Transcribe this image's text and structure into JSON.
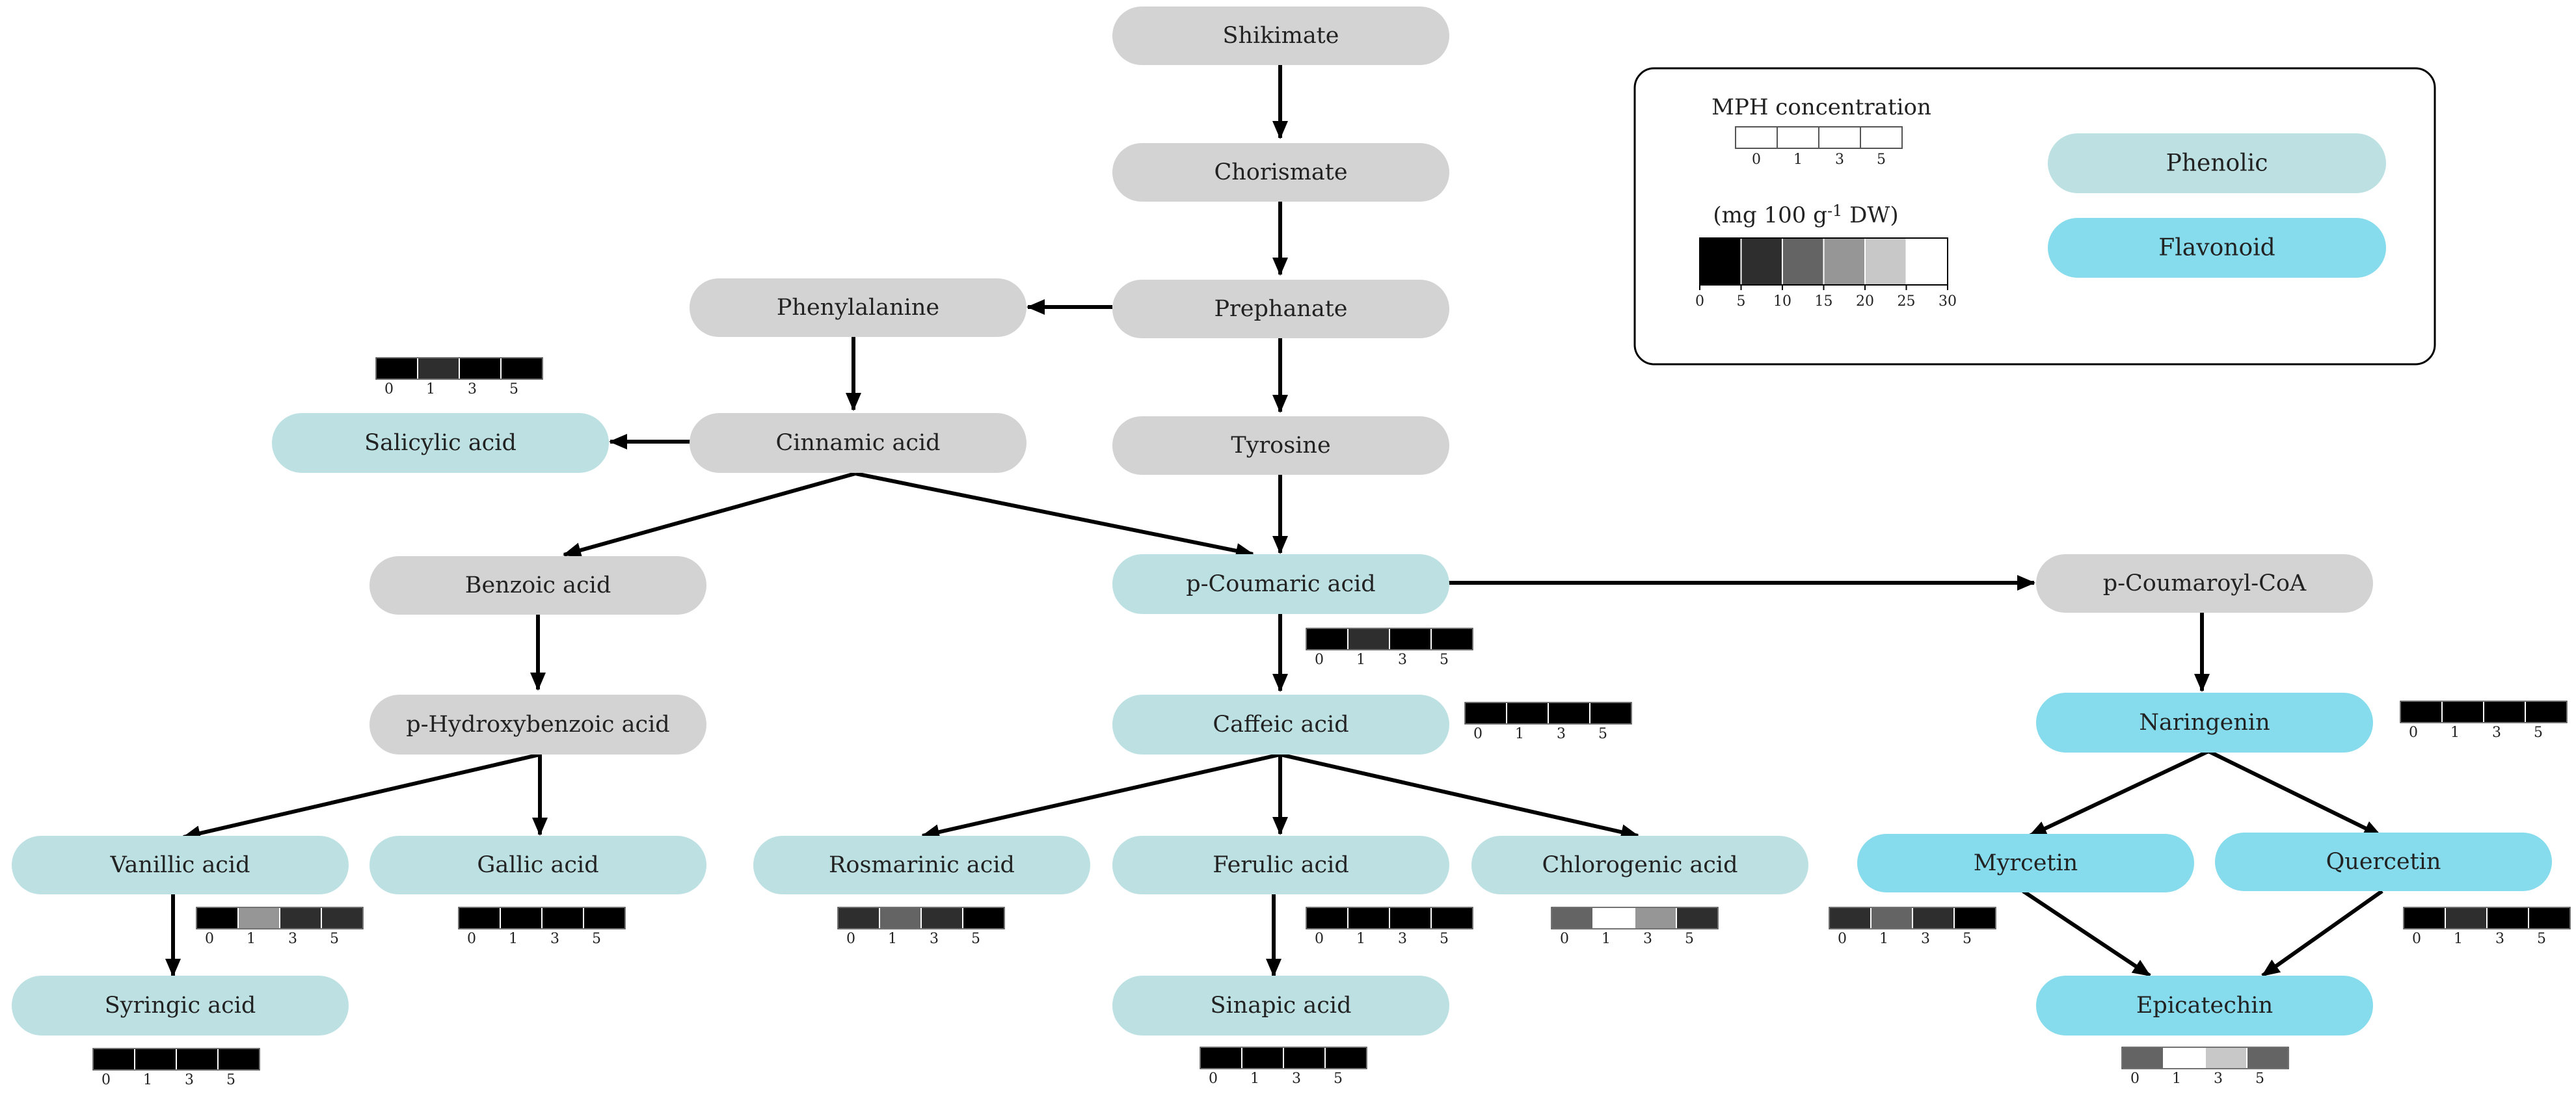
{
  "colors": {
    "precursor": "#d3d3d3",
    "phenolic": "#bde1e3",
    "flavonoid": "#86dcec",
    "arrow": "#000000",
    "scale": [
      "#000000",
      "#2e2e2e",
      "#646464",
      "#969696",
      "#c8c8c8",
      "#ffffff"
    ]
  },
  "nodes": {
    "shikimate": "Shikimate",
    "chorismate": "Chorismate",
    "prephanate": "Prephanate",
    "phenylalanine": "Phenylalanine",
    "tyrosine": "Tyrosine",
    "cinnamic_acid": "Cinnamic acid",
    "salicylic_acid": "Salicylic acid",
    "benzoic_acid": "Benzoic acid",
    "p_hydroxybenzoic_acid": "p-Hydroxybenzoic acid",
    "vanillic_acid": "Vanillic acid",
    "gallic_acid": "Gallic acid",
    "syringic_acid": "Syringic acid",
    "p_coumaric_acid": "p-Coumaric acid",
    "caffeic_acid": "Caffeic acid",
    "rosmarinic_acid": "Rosmarinic acid",
    "ferulic_acid": "Ferulic acid",
    "chlorogenic_acid": "Chlorogenic acid",
    "sinapic_acid": "Sinapic acid",
    "p_coumaroyl_coa": "p-Coumaroyl-CoA",
    "naringenin": "Naringenin",
    "myrcetin": "Myrcetin",
    "quercetin": "Quercetin",
    "epicatechin": "Epicatechin"
  },
  "heatmaps": {
    "doses": [
      "0",
      "1",
      "3",
      "5"
    ],
    "salicylic_acid": [
      2.5,
      7.5,
      2.5,
      2.5
    ],
    "p_coumaric_acid": [
      2.5,
      7.5,
      2.5,
      2.5
    ],
    "caffeic_acid": [
      2.5,
      2.5,
      2.5,
      2.5
    ],
    "naringenin": [
      2.5,
      2.5,
      2.5,
      2.5
    ],
    "vanillic_acid": [
      2.5,
      17.5,
      7.5,
      7.5
    ],
    "gallic_acid": [
      2.5,
      2.5,
      2.5,
      2.5
    ],
    "rosmarinic_acid": [
      7.5,
      12.5,
      7.5,
      2.5
    ],
    "ferulic_acid": [
      2.5,
      2.5,
      2.5,
      2.5
    ],
    "chlorogenic_acid": [
      12.5,
      27.5,
      17.5,
      7.5
    ],
    "myrcetin": [
      7.5,
      12.5,
      7.5,
      2.5
    ],
    "quercetin": [
      2.5,
      7.5,
      2.5,
      2.5
    ],
    "syringic_acid": [
      2.5,
      2.5,
      2.5,
      2.5
    ],
    "sinapic_acid": [
      2.5,
      2.5,
      2.5,
      2.5
    ],
    "epicatechin": [
      12.5,
      27.5,
      22.5,
      12.5
    ]
  },
  "legend": {
    "mph_title": "MPH concentration",
    "mph_ticks": [
      "0",
      "1",
      "3",
      "5"
    ],
    "unit_prefix": "(mg 100 g",
    "unit_sup": "-1",
    "unit_suffix": " DW)",
    "scale_ticks": [
      "0",
      "5",
      "10",
      "15",
      "20",
      "25",
      "30"
    ],
    "phenolic_label": "Phenolic",
    "flavonoid_label": "Flavonoid"
  }
}
